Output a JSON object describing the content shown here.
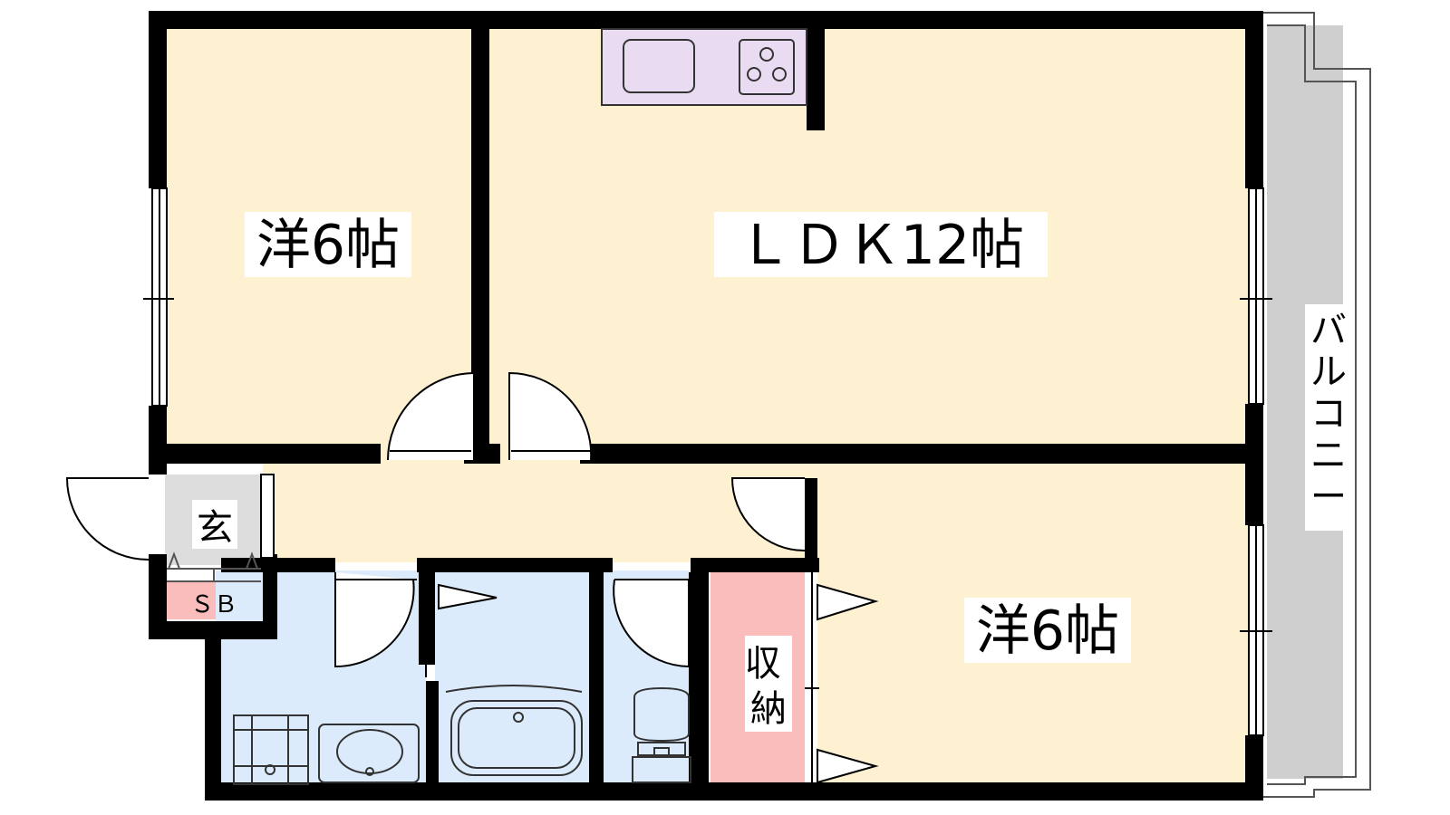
{
  "rooms": {
    "western_room_left": "洋6帖",
    "ldk": "ＬＤＫ12帖",
    "western_room_right": "洋6帖",
    "entrance": "玄",
    "shoe_box": "ＳＢ",
    "storage": "収納",
    "balcony": "バルコニー"
  },
  "colors": {
    "room_floor": "#fdf1d2",
    "wet_area": "#dcebfb",
    "kitchen_counter": "#e9dcf2",
    "storage": "#fbbcbc",
    "entrance": "#dddddd",
    "balcony": "#cfcfcf",
    "wall": "#000000"
  }
}
